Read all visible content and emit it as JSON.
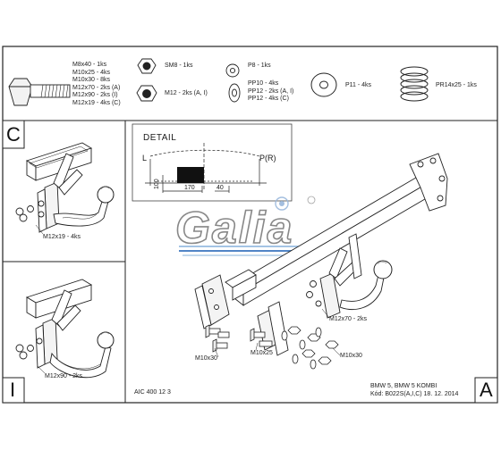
{
  "parts": {
    "bolt_lines": [
      "M8x40 - 1ks",
      "M10x25 - 4ks",
      "M10x30 - 8ks",
      "M12x70 - 2ks (A)",
      "M12x90 - 2ks (I)",
      "M12x19 - 4ks (C)"
    ],
    "nut_sm8": "SM8 - 1ks",
    "nut_m12": "M12 - 2ks (A, I)",
    "washer_p8": "P8 - 1ks",
    "washer_pp_lines": [
      "PP10 - 4ks",
      "PP12 - 2ks (A, I)",
      "PP12 - 4ks (C)"
    ],
    "washer_p11": "P11 - 4ks",
    "spring": "PR14x25 - 1ks"
  },
  "panels": {
    "c_letter": "C",
    "i_letter": "I",
    "a_letter": "A",
    "c_bolt": "M12x19 - 4ks",
    "i_bolt": "M12x90 - 2ks"
  },
  "detail": {
    "title": "DETAIL",
    "left_label": "L",
    "right_label": "P(R)",
    "dim_100": "100",
    "dim_170": "170",
    "dim_40": "40"
  },
  "main": {
    "bolt_m12x70": "M12x70 - 2ks",
    "bolt_m10x30_left": "M10x30",
    "bolt_m10x25": "M10x25",
    "bolt_m10x30_right": "M10x30"
  },
  "footer": {
    "code": "AIC 400 12 3",
    "vehicle": "BMW 5, BMW 5 KOMBI",
    "kod": "Kód: B022S(A,I,C)  18. 12. 2014"
  },
  "logo_text": "Galia",
  "icons": [
    "bolt-icon",
    "hex-nut-icon",
    "washer-icon",
    "spring-icon",
    "tow-ball-icon",
    "gear-logo-icon"
  ]
}
